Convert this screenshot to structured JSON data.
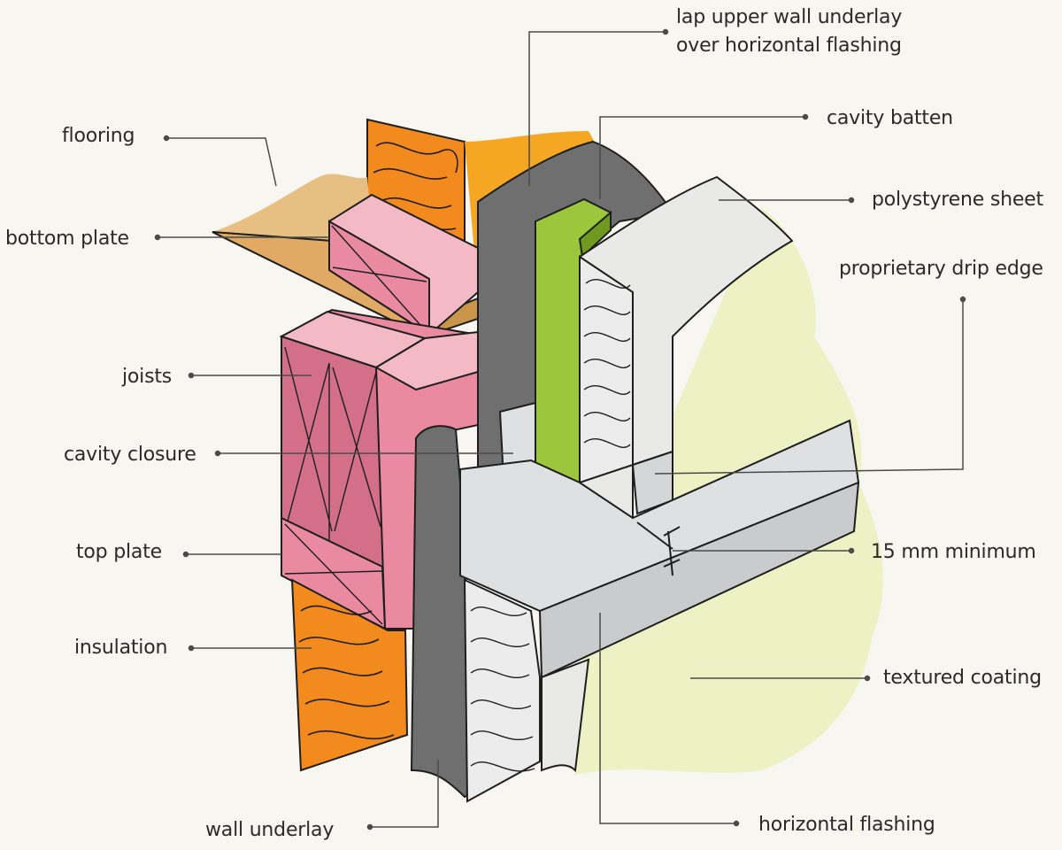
{
  "colors": {
    "background": "#f8f6f1",
    "text": "#2a2a2a",
    "leader": "#4a4a4a",
    "outline": "#1e1e1e",
    "timber_pink": "#e98aa1",
    "timber_pink_light": "#f3b9c4",
    "timber_pink_dark": "#d46f8a",
    "insulation_orange": "#f28a1e",
    "insulation_orange_light": "#f5a623",
    "flooring_tan": "#e7bf83",
    "flooring_dark": "#c9954a",
    "underlay_grey": "#6f6f70",
    "flashing_grey": "#c9cbcd",
    "flashing_light": "#dfe0e2",
    "polystyrene": "#e9e9e8",
    "batten_green": "#9cc63b",
    "batten_green_dark": "#6f9a1f",
    "coating_yellow": "#eef1c4",
    "batt_white": "#ececec"
  },
  "labels": {
    "lap_upper_line1": "lap upper wall underlay",
    "lap_upper_line2": "over horizontal flashing",
    "flooring": "flooring",
    "cavity_batten": "cavity batten",
    "polystyrene_sheet": "polystyrene sheet",
    "bottom_plate": "bottom plate",
    "proprietary_drip_edge": "proprietary drip edge",
    "joists": "joists",
    "cavity_closure": "cavity closure",
    "top_plate": "top plate",
    "minimum_15mm": "15 mm minimum",
    "insulation": "insulation",
    "textured_coating": "textured coating",
    "wall_underlay": "wall underlay",
    "horizontal_flashing": "horizontal flashing"
  }
}
